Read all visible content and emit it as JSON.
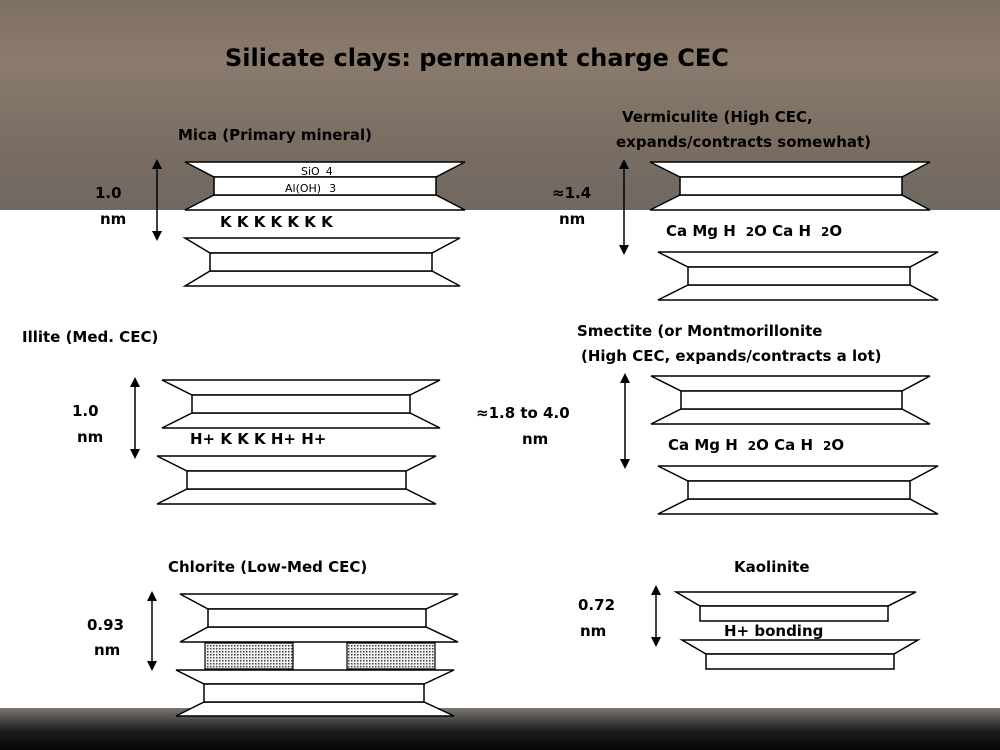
{
  "title": "Silicate clays: permanent charge CEC",
  "mica": {
    "label": "Mica (Primary mineral)",
    "spacing_value": "1.0",
    "spacing_unit": "nm",
    "sheet_top": "SiO",
    "sheet_top_sub": "4",
    "sheet_mid": "Al(OH)",
    "sheet_mid_sub": "3",
    "interlayer": "K  K  K  K  K  K  K"
  },
  "vermiculite": {
    "label_line1": "Vermiculite (High CEC,",
    "label_line2": "expands/contracts somewhat)",
    "spacing_value": "≈1.4",
    "spacing_unit": "nm",
    "interlayer": {
      "part1": "Ca  Mg  H",
      "sub1": "2",
      "part2": "O  Ca H",
      "sub2": "2",
      "part3": "O"
    }
  },
  "illite": {
    "label": "Illite (Med. CEC)",
    "spacing_value": "1.0",
    "spacing_unit": "nm",
    "interlayer": "H+  K  K  K  H+  H+"
  },
  "smectite": {
    "label_line1": "Smectite (or Montmorillonite",
    "label_line2": "(High CEC, expands/contracts a lot)",
    "spacing_value": "≈1.8 to 4.0",
    "spacing_unit": "nm",
    "interlayer": {
      "part1": "Ca  Mg  H",
      "sub1": "2",
      "part2": "O  Ca H",
      "sub2": "2",
      "part3": "O"
    }
  },
  "chlorite": {
    "label": "Chlorite (Low-Med CEC)",
    "spacing_value": "0.93",
    "spacing_unit": "nm"
  },
  "kaolinite": {
    "label": "Kaolinite",
    "spacing_value": "0.72",
    "spacing_unit": "nm",
    "bonding_label": "H+ bonding"
  }
}
